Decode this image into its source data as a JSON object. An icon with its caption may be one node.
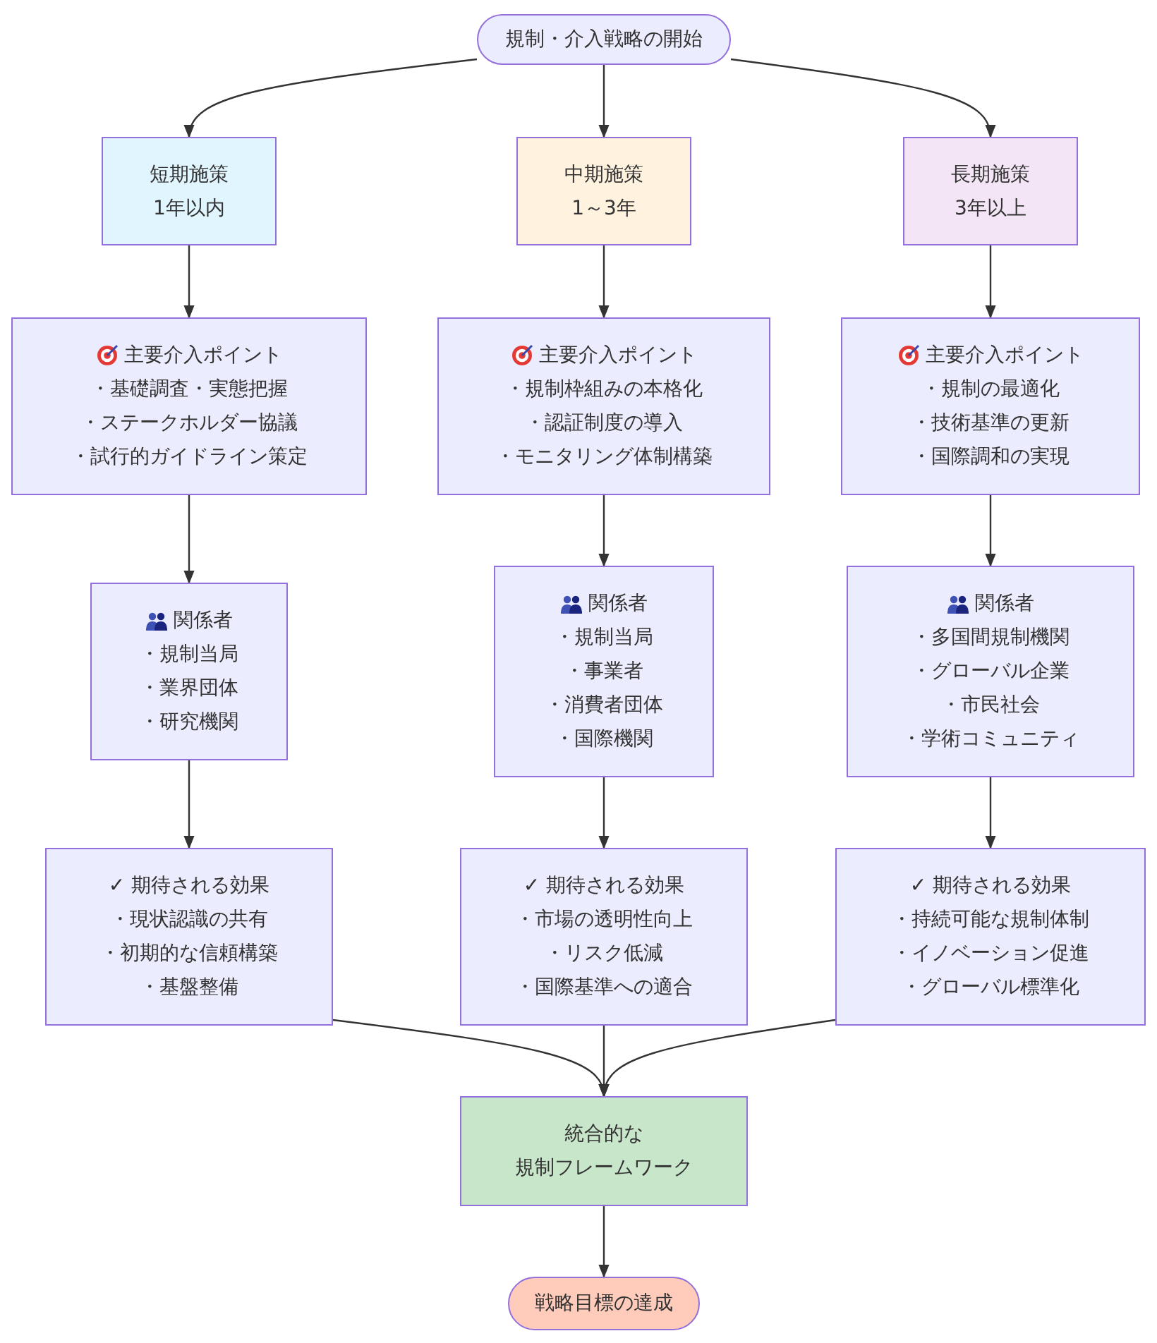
{
  "diagram": {
    "nodes": [
      {
        "text": [
          "規制・介入戦略の開始"
        ]
      },
      {
        "text": [
          "短期施策",
          "1年以内"
        ]
      },
      {
        "text": [
          "中期施策",
          "1～3年"
        ]
      },
      {
        "text": [
          "長期施策",
          "3年以上"
        ]
      },
      {
        "text": [
          "主要介入ポイント",
          "・基礎調査・実態把握",
          "・ステークホルダー協議",
          "・試行的ガイドライン策定"
        ]
      },
      {
        "text": [
          "主要介入ポイント",
          "・規制枠組みの本格化",
          "・認証制度の導入",
          "・モニタリング体制構築"
        ]
      },
      {
        "text": [
          "主要介入ポイント",
          "・規制の最適化",
          "・技術基準の更新",
          "・国際調和の実現"
        ]
      },
      {
        "text": [
          "関係者",
          "・規制当局",
          "・業界団体",
          "・研究機関"
        ]
      },
      {
        "text": [
          "関係者",
          "・規制当局",
          "・事業者",
          "・消費者団体",
          "・国際機関"
        ]
      },
      {
        "text": [
          "関係者",
          "・多国間規制機関",
          "・グローバル企業",
          "・市民社会",
          "・学術コミュニティ"
        ]
      },
      {
        "text": [
          "✓ 期待される効果",
          "・現状認識の共有",
          "・初期的な信頼構築",
          "・基盤整備"
        ]
      },
      {
        "text": [
          "✓ 期待される効果",
          "・市場の透明性向上",
          "・リスク低減",
          "・国際基準への適合"
        ]
      },
      {
        "text": [
          "✓ 期待される効果",
          "・持続可能な規制体制",
          "・イノベーション促進",
          "・グローバル標準化"
        ]
      },
      {
        "text": [
          "統合的な",
          "規制フレームワーク"
        ]
      },
      {
        "text": [
          "戦略目標の達成"
        ]
      }
    ],
    "edges": [
      {
        "from": 0,
        "to": 1,
        "arrow": "to"
      },
      {
        "from": 0,
        "to": 2,
        "arrow": "to"
      },
      {
        "from": 0,
        "to": 3,
        "arrow": "to"
      },
      {
        "from": 1,
        "to": 4,
        "arrow": "to"
      },
      {
        "from": 2,
        "to": 5,
        "arrow": "to"
      },
      {
        "from": 3,
        "to": 6,
        "arrow": "to"
      },
      {
        "from": 4,
        "to": 7,
        "arrow": "to"
      },
      {
        "from": 5,
        "to": 8,
        "arrow": "to"
      },
      {
        "from": 6,
        "to": 9,
        "arrow": "to"
      },
      {
        "from": 7,
        "to": 10,
        "arrow": "to"
      },
      {
        "from": 8,
        "to": 11,
        "arrow": "to"
      },
      {
        "from": 9,
        "to": 12,
        "arrow": "to"
      },
      {
        "from": 10,
        "to": 13,
        "arrow": "to"
      },
      {
        "from": 11,
        "to": 13,
        "arrow": "to"
      },
      {
        "from": 12,
        "to": 13,
        "arrow": "to"
      },
      {
        "from": 13,
        "to": 14,
        "arrow": "to"
      }
    ]
  }
}
